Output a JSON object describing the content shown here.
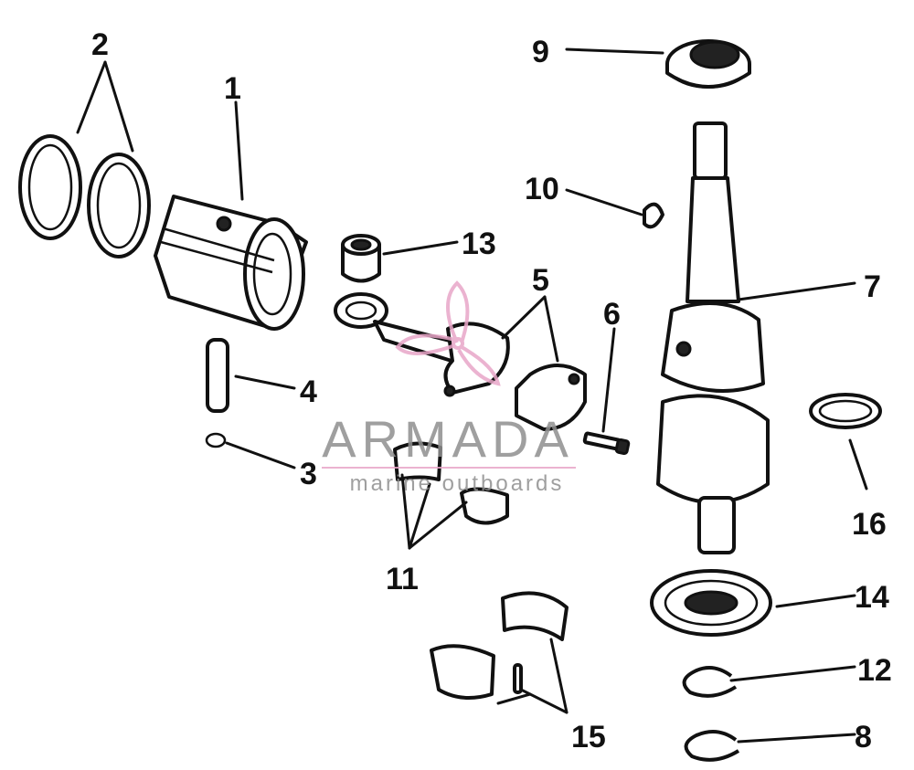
{
  "watermark": {
    "brand": "ARMADA",
    "tagline": "marine outboards",
    "brand_color": "#8f8f8f",
    "logo_color": "#e8a6c8"
  },
  "callouts": [
    {
      "id": "1",
      "label": "1"
    },
    {
      "id": "2",
      "label": "2"
    },
    {
      "id": "3",
      "label": "3"
    },
    {
      "id": "4",
      "label": "4"
    },
    {
      "id": "5",
      "label": "5"
    },
    {
      "id": "6",
      "label": "6"
    },
    {
      "id": "7",
      "label": "7"
    },
    {
      "id": "8",
      "label": "8"
    },
    {
      "id": "9",
      "label": "9"
    },
    {
      "id": "10",
      "label": "10"
    },
    {
      "id": "11",
      "label": "11"
    },
    {
      "id": "12",
      "label": "12"
    },
    {
      "id": "13",
      "label": "13"
    },
    {
      "id": "14",
      "label": "14"
    },
    {
      "id": "15",
      "label": "15"
    },
    {
      "id": "16",
      "label": "16"
    }
  ],
  "line_color": "#111111"
}
